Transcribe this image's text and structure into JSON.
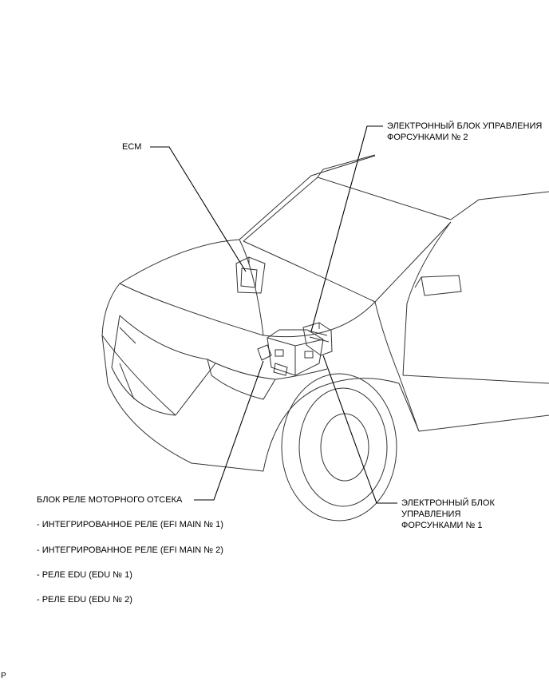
{
  "labels": {
    "ecm": "ECM",
    "edu2": [
      "ЭЛЕКТРОННЫЙ БЛОК УПРАВЛЕНИЯ",
      "ФОРСУНКАМИ № 2"
    ],
    "edu1": [
      "ЭЛЕКТРОННЫЙ БЛОК",
      "УПРАВЛЕНИЯ",
      "ФОРСУНКАМИ № 1"
    ],
    "relay_block": "БЛОК РЕЛЕ МОТОРНОГО ОТСЕКА",
    "relay_items": [
      "- ИНТЕГРИРОВАННОЕ РЕЛЕ (EFI MAIN № 1)",
      "- ИНТЕГРИРОВАННОЕ РЕЛЕ (EFI MAIN № 2)",
      "- РЕЛЕ EDU (EDU № 1)",
      "- РЕЛЕ EDU (EDU № 2)"
    ],
    "corner": "P"
  }
}
